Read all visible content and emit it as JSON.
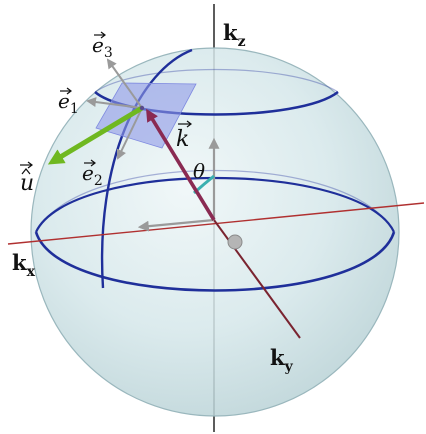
{
  "labels": {
    "kz": "k",
    "kz_sub": "z",
    "kx": "k",
    "kx_sub": "x",
    "ky": "k",
    "ky_sub": "y",
    "e1": "e",
    "e1_sub": "1",
    "e2": "e",
    "e2_sub": "2",
    "e3": "e",
    "e3_sub": "3",
    "k_vec": "k",
    "u_hat": "u",
    "theta": "θ"
  },
  "colors": {
    "sphere_fill": "#cfe3e6",
    "sphere_edge": "#9ab7bd",
    "circles": "#1f2f9a",
    "kz_axis": "#222222",
    "kx_axis": "#b03030",
    "ky_axis": "#7a2430",
    "k_vector": "#8a2a52",
    "u_vector": "#6fb820",
    "basis_vectors": "#9a9a9a",
    "plane": "#8f9ae8",
    "theta_arc": "#3ab0b0"
  }
}
